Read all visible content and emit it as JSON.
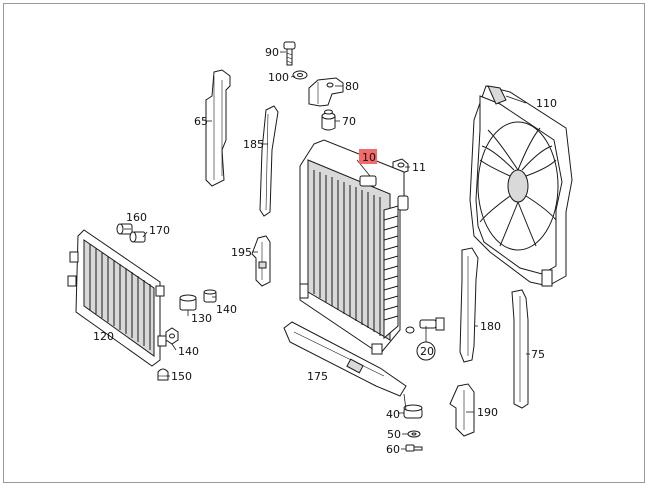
{
  "diagram": {
    "highlight_color": "#f26a6a",
    "callouts": [
      {
        "id": "c90",
        "label": "90"
      },
      {
        "id": "c100",
        "label": "100"
      },
      {
        "id": "c80",
        "label": "80"
      },
      {
        "id": "c70",
        "label": "70"
      },
      {
        "id": "c110",
        "label": "110"
      },
      {
        "id": "c65",
        "label": "65"
      },
      {
        "id": "c185",
        "label": "185"
      },
      {
        "id": "c10",
        "label": "10",
        "highlighted": true
      },
      {
        "id": "c11",
        "label": "11"
      },
      {
        "id": "c160",
        "label": "160"
      },
      {
        "id": "c170",
        "label": "170"
      },
      {
        "id": "c195",
        "label": "195"
      },
      {
        "id": "c140a",
        "label": "140"
      },
      {
        "id": "c130",
        "label": "130"
      },
      {
        "id": "c120",
        "label": "120"
      },
      {
        "id": "c140b",
        "label": "140"
      },
      {
        "id": "c150",
        "label": "150"
      },
      {
        "id": "c180",
        "label": "180"
      },
      {
        "id": "c20",
        "label": "20"
      },
      {
        "id": "c75",
        "label": "75"
      },
      {
        "id": "c175",
        "label": "175"
      },
      {
        "id": "c40",
        "label": "40"
      },
      {
        "id": "c190",
        "label": "190"
      },
      {
        "id": "c50",
        "label": "50"
      },
      {
        "id": "c60",
        "label": "60"
      }
    ]
  }
}
